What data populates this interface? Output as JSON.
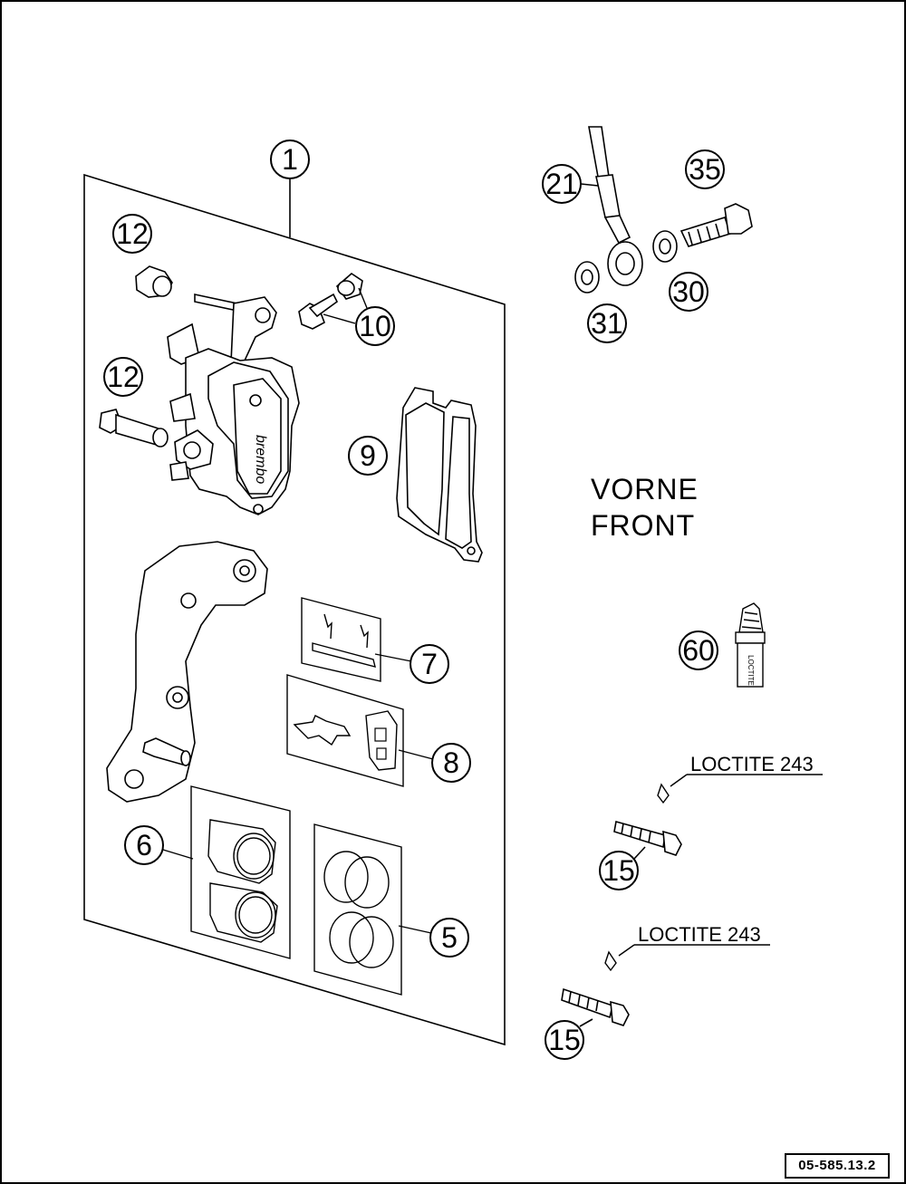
{
  "diagram": {
    "header_text": {
      "vorne": "VORNE",
      "front": "FRONT"
    },
    "callouts": {
      "c1": "1",
      "c12a": "12",
      "c12b": "12",
      "c10": "10",
      "c9": "9",
      "c7": "7",
      "c8": "8",
      "c6": "6",
      "c5": "5",
      "c21": "21",
      "c35": "35",
      "c30": "30",
      "c31": "31",
      "c60": "60",
      "c15a": "15",
      "c15b": "15"
    },
    "notes": {
      "loctite_a": "LOCTITE 243",
      "loctite_b": "LOCTITE 243"
    },
    "brand": "brembo",
    "tube_label": "LOCTITE",
    "reference": "05-585.13.2"
  }
}
